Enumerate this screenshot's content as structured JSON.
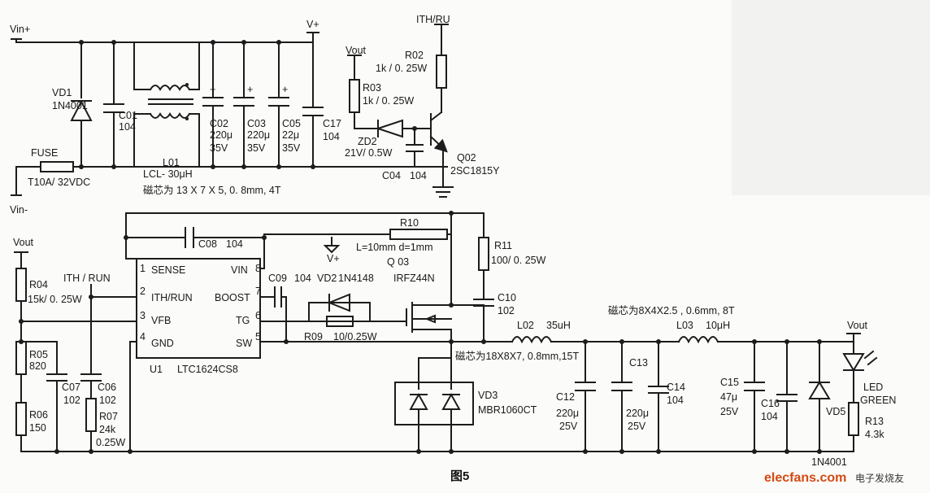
{
  "figure_caption": "图5",
  "watermark": {
    "brand": "elecfans.com",
    "sub": "电子发烧友"
  },
  "power_input": {
    "vin_pos": "Vin+",
    "vin_neg": "Vin-",
    "v_plus": "V+",
    "fuse": {
      "name": "FUSE",
      "value": "T10A/ 32VDC"
    },
    "vd1": {
      "name": "VD1",
      "value": "1N4001"
    },
    "c01": {
      "name": "C01",
      "value": "104"
    },
    "l01": {
      "name": "L01",
      "value": "LCL- 30μH",
      "note": "磁芯为 13 X 7 X 5, 0. 8mm, 4T"
    },
    "c02": {
      "name": "C02",
      "cap": "220μ",
      "volt": "35V"
    },
    "c03": {
      "name": "C03",
      "cap": "220μ",
      "volt": "35V"
    },
    "c05": {
      "name": "C05",
      "cap": "22μ",
      "volt": "35V"
    },
    "c17": {
      "name": "C17",
      "value": "104"
    },
    "polarity_plus": "+"
  },
  "run_control": {
    "vout": "Vout",
    "ith_ru": "ITH/RU",
    "r02": {
      "name": "R02",
      "value": "1k / 0. 25W"
    },
    "r03": {
      "name": "R03",
      "value": "1k / 0. 25W"
    },
    "zd2": {
      "name": "ZD2",
      "value": "21V/ 0.5W"
    },
    "c04": {
      "name": "C04",
      "value": "104"
    },
    "q02": {
      "name": "Q02",
      "value": "2SC1815Y"
    }
  },
  "controller": {
    "vout": "Vout",
    "ith_run": "ITH / RUN",
    "v_plus": "V+",
    "u1": {
      "name": "U1",
      "part": "LTC1624CS8"
    },
    "pins": [
      {
        "num": "1",
        "name": "SENSE"
      },
      {
        "num": "2",
        "name": "ITH/RUN"
      },
      {
        "num": "3",
        "name": "VFB"
      },
      {
        "num": "4",
        "name": "GND"
      },
      {
        "num": "8",
        "name": "VIN"
      },
      {
        "num": "7",
        "name": "BOOST"
      },
      {
        "num": "6",
        "name": "TG"
      },
      {
        "num": "5",
        "name": "SW"
      }
    ],
    "r04": {
      "name": "R04",
      "value": "15k/ 0. 25W"
    },
    "r05": {
      "name": "R05",
      "value": "820"
    },
    "r06": {
      "name": "R06",
      "value": "150"
    },
    "c07": {
      "name": "C07",
      "value": "102"
    },
    "c06": {
      "name": "C06",
      "value": "102"
    },
    "r07": {
      "name": "R07",
      "value": "24k",
      "power": "0.25W"
    },
    "c08": {
      "name": "C08",
      "value": "104"
    },
    "c09": {
      "name": "C09",
      "value": "104"
    },
    "vd2": {
      "name": "VD2",
      "value": "1N4148"
    },
    "r09": {
      "name": "R09",
      "value": "10/0.25W"
    },
    "r10": {
      "name": "R10",
      "value": "L=10mm d=1mm"
    },
    "q03": {
      "name": "Q 03",
      "value": "IRFZ44N"
    },
    "r11": {
      "name": "R11",
      "value": "100/ 0. 25W"
    },
    "c10": {
      "name": "C10",
      "value": "102"
    },
    "vd3": {
      "name": "VD3",
      "value": "MBR1060CT"
    },
    "l02_note": "磁芯为18X8X7, 0.8mm,15T"
  },
  "output_stage": {
    "l02": {
      "name": "L02",
      "value": "35uH"
    },
    "l03": {
      "name": "L03",
      "value": "10μH"
    },
    "l03_note": "磁芯为8X4X2.5 , 0.6mm, 8T",
    "c12": {
      "name": "C12",
      "cap": "220μ",
      "volt": "25V"
    },
    "c13": {
      "name": "C13",
      "cap": "220μ",
      "volt": "25V"
    },
    "c14": {
      "name": "C14",
      "value": "104"
    },
    "c15": {
      "name": "C15",
      "cap": "47μ",
      "volt": "25V"
    },
    "c16": {
      "name": "C16",
      "value": "104"
    },
    "vd5": {
      "name": "VD5",
      "value": "1N4001"
    },
    "led": {
      "name": "LED",
      "color": "GREEN"
    },
    "r13": {
      "name": "R13",
      "value": "4.3k"
    },
    "vout": "Vout"
  }
}
